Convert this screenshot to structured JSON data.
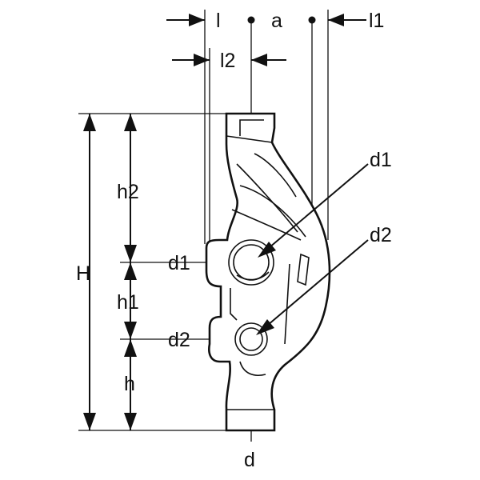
{
  "labels": {
    "l": "l",
    "a": "a",
    "l1": "l1",
    "l2": "l2",
    "d1_upper": "d1",
    "d2_upper": "d2",
    "h2": "h2",
    "H": "H",
    "d1_left": "d1",
    "h1": "h1",
    "d2_left": "d2",
    "h": "h",
    "d_bottom": "d"
  }
}
